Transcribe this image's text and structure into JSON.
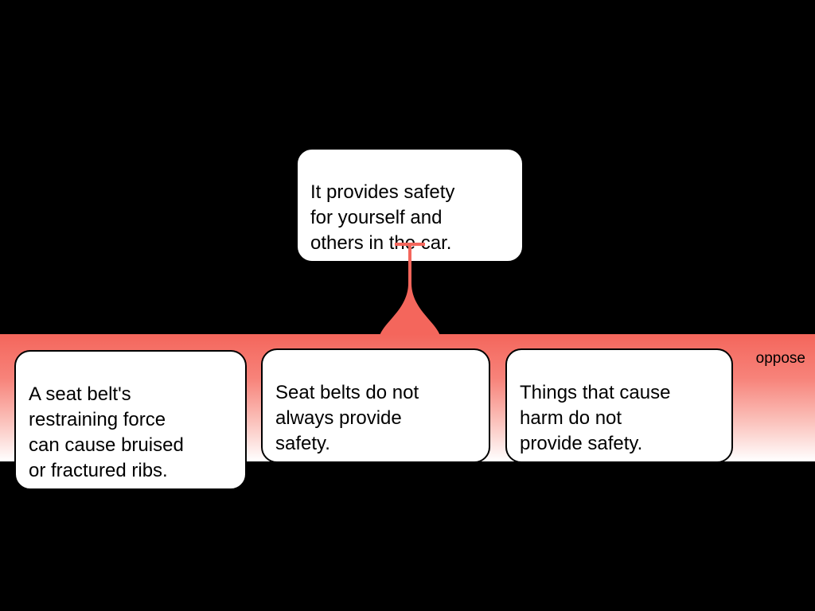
{
  "map": {
    "claim": "It provides safety\nfor yourself and\nothers in the car.",
    "relation_label": "oppose",
    "objections": [
      "A seat belt's\nrestraining force\ncan cause bruised\nor fractured ribs.",
      "Seat belts do not\nalways provide\nsafety.",
      "Things that cause\nharm do not\nprovide safety."
    ],
    "colors": {
      "oppose-red": "#f4665c",
      "background": "#000000",
      "node-bg": "#ffffff",
      "node-border": "#000000"
    }
  }
}
